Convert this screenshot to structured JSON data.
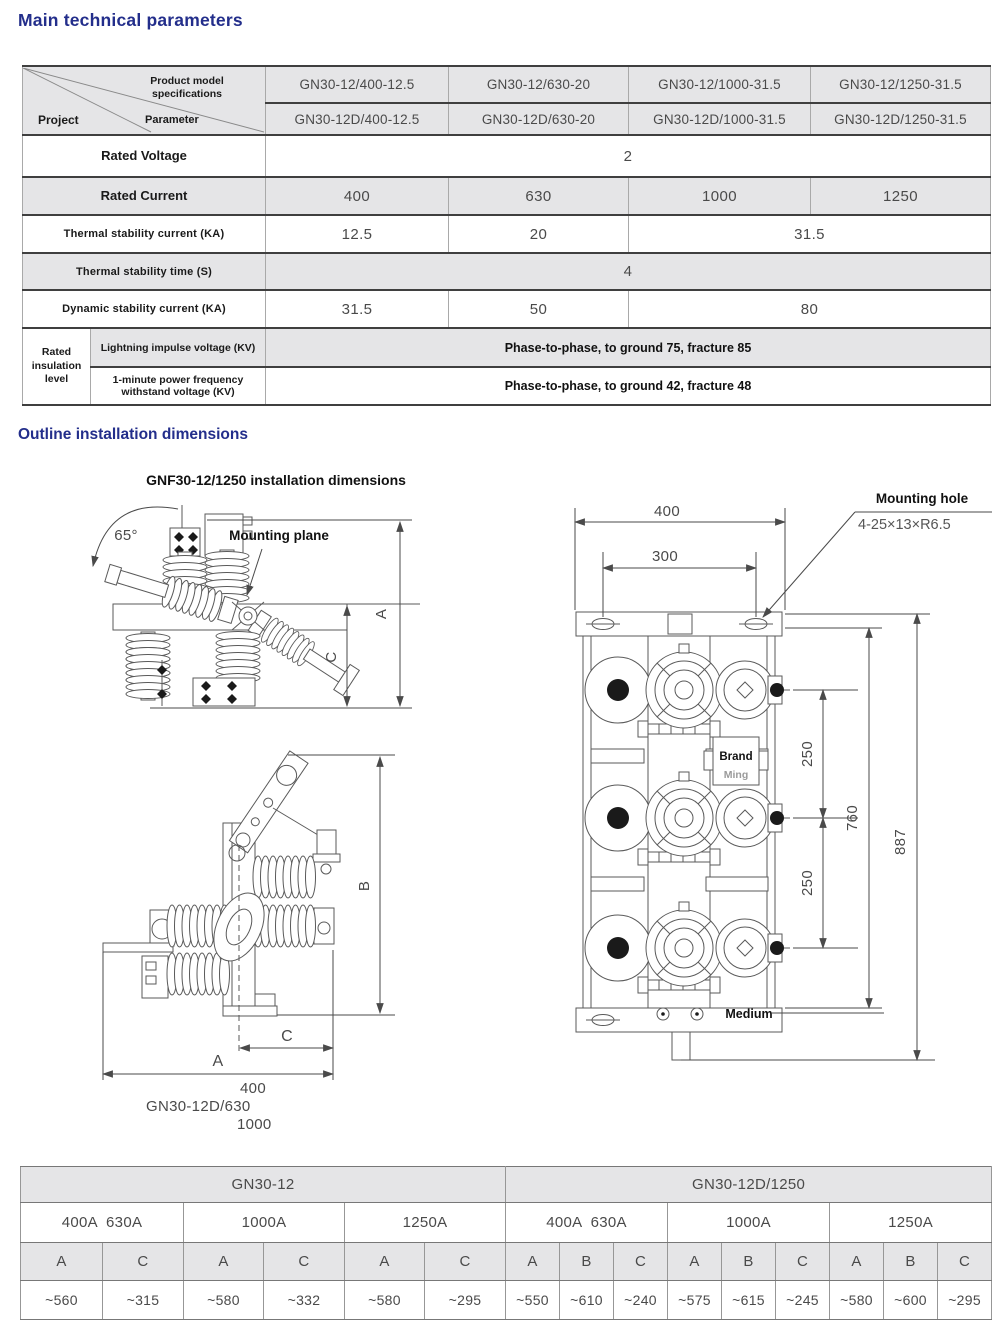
{
  "page": {
    "title": "Main technical parameters",
    "section2": "Outline installation dimensions"
  },
  "t1": {
    "corner": {
      "top1": "Product model",
      "top2": "specifications",
      "left": "Project",
      "mid": "Parameter"
    },
    "models_top": [
      "GN30-12/400-12.5",
      "GN30-12/630-20",
      "GN30-12/1000-31.5",
      "GN30-12/1250-31.5"
    ],
    "models_bottom": [
      "GN30-12D/400-12.5",
      "GN30-12D/630-20",
      "GN30-12D/1000-31.5",
      "GN30-12D/1250-31.5"
    ],
    "rows": {
      "voltage": {
        "label": "Rated Voltage",
        "value": "2"
      },
      "current": {
        "label": "Rated Current",
        "v1": "400",
        "v2": "630",
        "v3": "1000",
        "v4": "1250"
      },
      "thermal_current": {
        "label": "Thermal stability current (KA)",
        "v1": "12.5",
        "v2": "20",
        "v34": "31.5"
      },
      "thermal_time": {
        "label": "Thermal stability time (S)",
        "value": "4"
      },
      "dynamic": {
        "label": "Dynamic stability current (KA)",
        "v1": "31.5",
        "v2": "50",
        "v34": "80"
      },
      "insulation_group": "Rated insulation level",
      "lightning": {
        "label": "Lightning impulse voltage (KV)",
        "value": "Phase-to-phase, to ground 75, fracture 85"
      },
      "power_freq": {
        "label": "1-minute power frequency withstand voltage (KV)",
        "value": "Phase-to-phase, to ground 42, fracture 48"
      }
    }
  },
  "drawings": {
    "d1": {
      "title": "GNF30-12/1250 installation dimensions",
      "angle": "65°",
      "mounting_plane": "Mounting plane",
      "dim_a": "A",
      "dim_c": "C"
    },
    "d2": {
      "dim_a": "A",
      "dim_b": "B",
      "dim_c": "C",
      "note1": "400",
      "note2": "GN30-12D/630",
      "note3": "1000"
    },
    "d3": {
      "mounting_hole": "Mounting hole",
      "hole_spec": "4-25×13×R6.5",
      "dim_400": "400",
      "dim_300": "300",
      "dim_250a": "250",
      "dim_250b": "250",
      "dim_760": "760",
      "dim_887": "887",
      "brand": "Brand",
      "ming": "Ming",
      "medium": "Medium"
    }
  },
  "t2": {
    "groups": [
      "GN30-12",
      "GN30-12D/1250"
    ],
    "subs": [
      "400A  630A",
      "1000A",
      "1250A",
      "400A  630A",
      "1000A",
      "1250A"
    ],
    "cols": [
      "A",
      "C",
      "A",
      "C",
      "A",
      "C",
      "A",
      "B",
      "C",
      "A",
      "B",
      "C",
      "A",
      "B",
      "C"
    ],
    "vals": [
      "~560",
      "~315",
      "~580",
      "~332",
      "~580",
      "~295",
      "~550",
      "~610",
      "~240",
      "~575",
      "~615",
      "~245",
      "~580",
      "~600",
      "~295"
    ]
  }
}
